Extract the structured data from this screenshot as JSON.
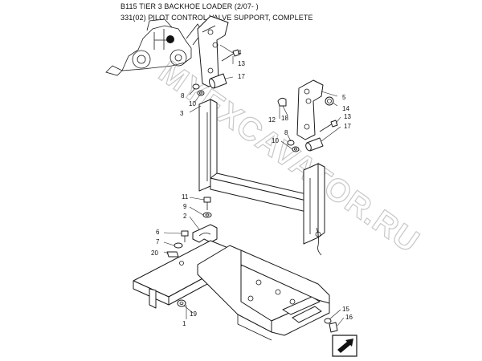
{
  "header": {
    "model": "B115 TIER 3 BACKHOE LOADER (2/07- )",
    "section": "331(02) PILOT CONTROL VALVE SUPPORT, COMPLETE"
  },
  "watermark": "MYEXCAVATOR.RU",
  "callouts": {
    "c4": "4",
    "c13a": "13",
    "c17a": "17",
    "c8a": "8",
    "c10a": "10",
    "c3": "3",
    "c5": "5",
    "c14": "14",
    "c18": "18",
    "c12": "12",
    "c13b": "13",
    "c17b": "17",
    "c8b": "8",
    "c10b": "10",
    "c11": "11",
    "c9": "9",
    "c2": "2",
    "c6": "6",
    "c7": "7",
    "c20": "20",
    "c19": "19",
    "c1": "1",
    "c15": "15",
    "c16": "16"
  },
  "icons": {
    "nav": "next-page-arrow-icon",
    "thumb": "machine-locator-icon"
  }
}
